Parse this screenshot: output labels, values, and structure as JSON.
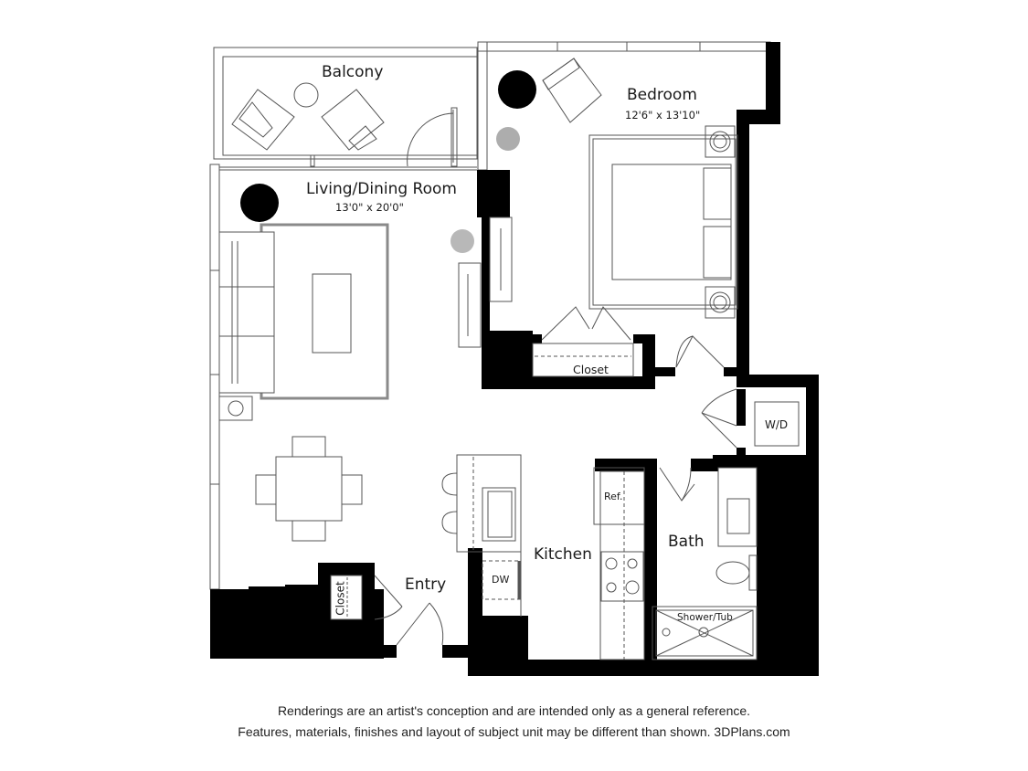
{
  "rooms": {
    "balcony": {
      "name": "Balcony"
    },
    "bedroom": {
      "name": "Bedroom",
      "dimensions": "12'6\" x 13'10\""
    },
    "living": {
      "name": "Living/Dining Room",
      "dimensions": "13'0\" x 20'0\""
    },
    "kitchen": {
      "name": "Kitchen"
    },
    "bath": {
      "name": "Bath"
    },
    "entry": {
      "name": "Entry"
    },
    "bedroom_closet": {
      "name": "Closet"
    },
    "entry_closet": {
      "name": "Closet"
    }
  },
  "fixtures": {
    "washer_dryer": "W/D",
    "refrigerator": "Ref.",
    "dishwasher": "DW",
    "shower_tub": "Shower/Tub"
  },
  "colors": {
    "wall": "#000000",
    "line": "#555555",
    "rug": "#8a8a8a"
  },
  "footer": {
    "line1": "Renderings are an artist's conception and are intended only as a general reference.",
    "line2": "Features, materials, finishes and layout of subject unit may be different than shown. 3DPlans.com"
  }
}
